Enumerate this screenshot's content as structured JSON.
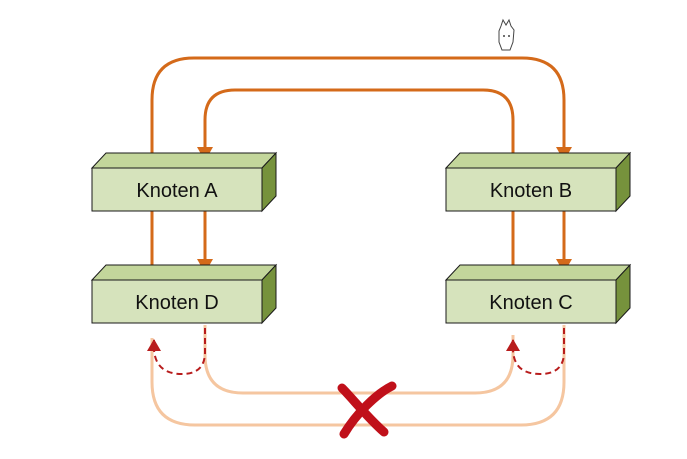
{
  "nodes": {
    "a": {
      "label": "Knoten A"
    },
    "b": {
      "label": "Knoten B"
    },
    "c": {
      "label": "Knoten C"
    },
    "d": {
      "label": "Knoten D"
    }
  },
  "colors": {
    "box_front": "#d6e3bc",
    "box_top": "#c3d69b",
    "box_side": "#76923c",
    "box_stroke": "#1a1a1a",
    "link_active": "#d46a1a",
    "link_broken": "#f5c6a0",
    "reroute_dashed": "#b81c1c",
    "failure_mark": "#c0101a"
  },
  "icons": {
    "cursor": "cursor-icon",
    "failure": "cross-mark-icon"
  }
}
